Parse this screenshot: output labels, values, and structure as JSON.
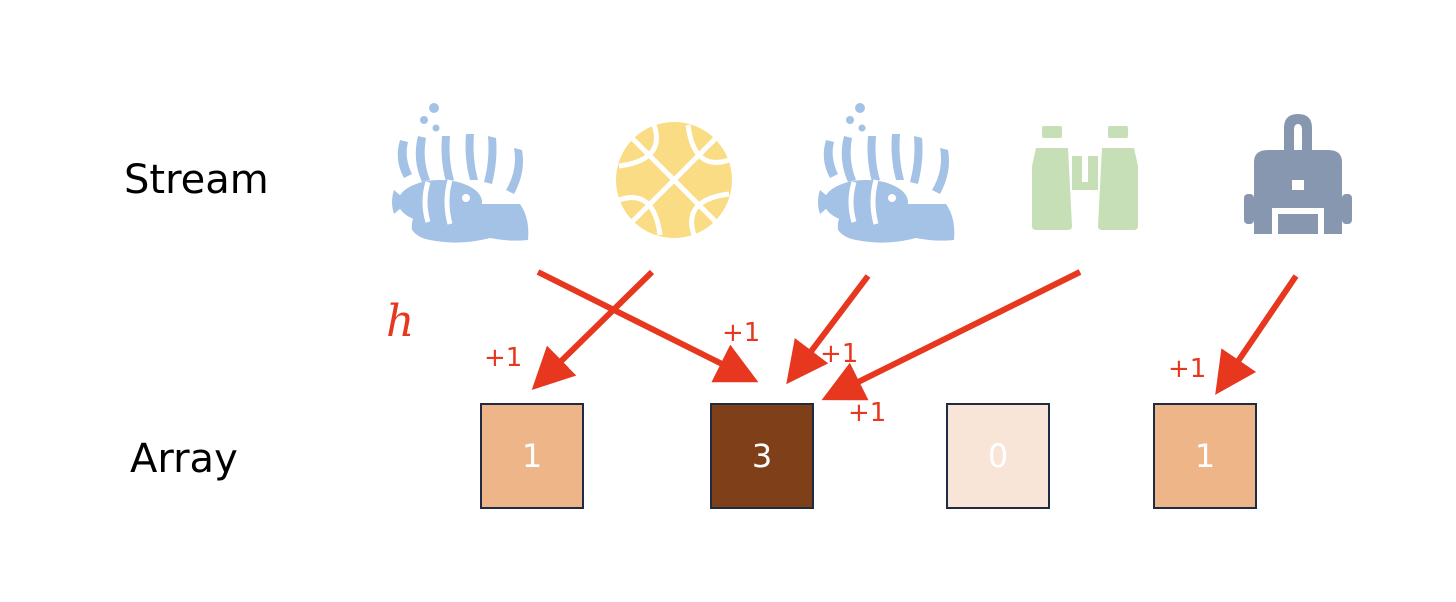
{
  "labels": {
    "stream": "Stream",
    "array": "Array",
    "hash": "h",
    "increment": "+1"
  },
  "stream_items": [
    {
      "icon": "sea-anemone-fish-icon",
      "color": "#a4c2e6",
      "target_cell": 1
    },
    {
      "icon": "basketball-icon",
      "color": "#f9dc83",
      "target_cell": 0
    },
    {
      "icon": "sea-anemone-fish-icon",
      "color": "#a4c2e6",
      "target_cell": 1
    },
    {
      "icon": "binoculars-icon",
      "color": "#c6dfb6",
      "target_cell": 1
    },
    {
      "icon": "backpack-icon",
      "color": "#8797b0",
      "target_cell": 3
    }
  ],
  "array": [
    {
      "value": "1",
      "color": "#eeb589"
    },
    {
      "value": "3",
      "color": "#7f3f19"
    },
    {
      "value": "0",
      "color": "#f8e5d8"
    },
    {
      "value": "1",
      "color": "#eeb589"
    }
  ],
  "colors": {
    "arrow": "#e8371f",
    "cell_border": "#1f2a44",
    "cell_text": "#ffffff"
  }
}
